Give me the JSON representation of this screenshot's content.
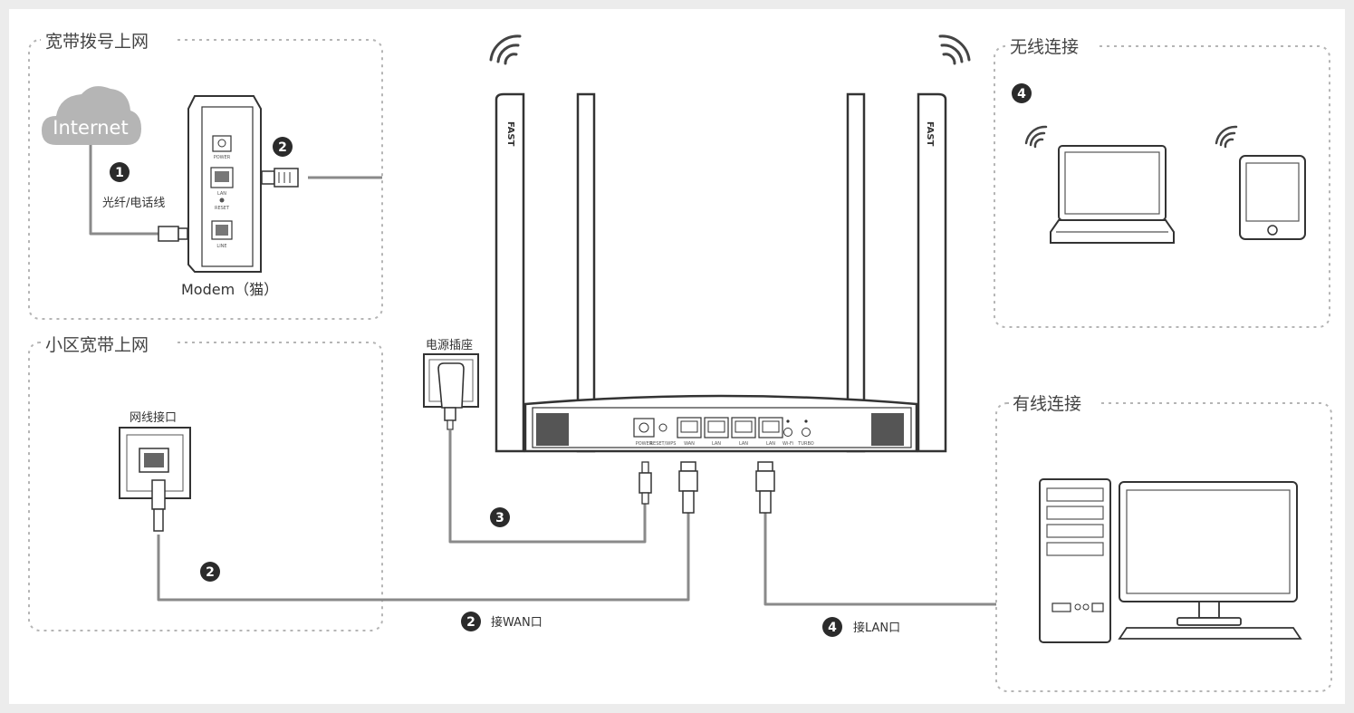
{
  "sections": {
    "dialup": "宽带拨号上网",
    "community": "小区宽带上网",
    "wireless": "无线连接",
    "wired": "有线连接"
  },
  "labels": {
    "internet": "Internet",
    "fiber": "光纤/电话线",
    "modem": "Modem（猫）",
    "power_socket": "电源插座",
    "wall_jack": "网线接口",
    "connect_wan": "接WAN口",
    "connect_lan": "接LAN口"
  },
  "steps": {
    "s1": "1",
    "s2": "2",
    "s3": "3",
    "s4": "4"
  },
  "modem_ports": {
    "power": "POWER",
    "lan": "LAN",
    "reset": "RESET",
    "line": "LINE"
  },
  "router": {
    "brand": "FAST",
    "ports": [
      "POWER",
      "RESET/WPS",
      "WAN",
      "LAN",
      "LAN",
      "LAN",
      "Wi-Fi",
      "TURBO"
    ]
  },
  "colors": {
    "line": "#8a8a8a",
    "outline": "#333333",
    "badge": "#2b2b2b",
    "dashed": "#b5b5b5"
  }
}
